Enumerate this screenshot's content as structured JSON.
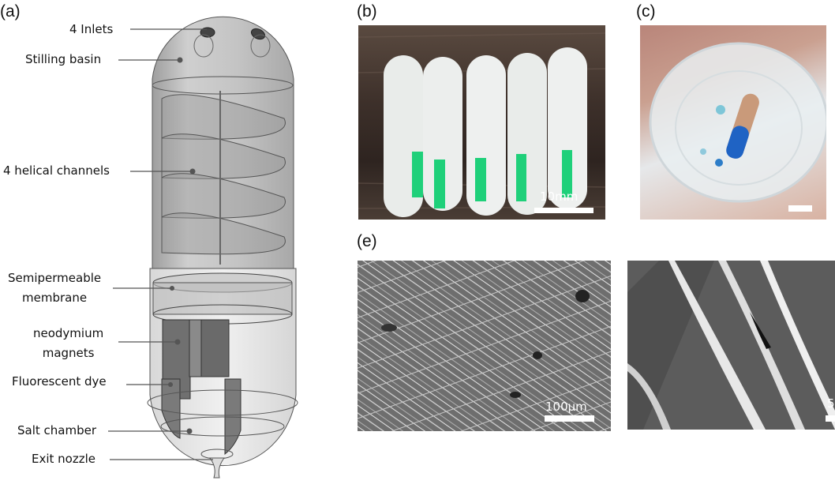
{
  "figure": {
    "panels": {
      "a": {
        "label": "(a)"
      },
      "b": {
        "label": "(b)"
      },
      "c": {
        "label": "(c)"
      },
      "e": {
        "label": "(e)"
      }
    },
    "callouts": [
      {
        "id": "inlets",
        "text": "4 Inlets"
      },
      {
        "id": "stilling-basin",
        "text": "Stilling basin"
      },
      {
        "id": "helical-channels",
        "text": "4 helical channels"
      },
      {
        "id": "membrane",
        "line1": "Semipermeable",
        "line2": "membrane"
      },
      {
        "id": "magnets",
        "line1": "neodymium",
        "line2": "magnets"
      },
      {
        "id": "dye",
        "text": "Fluorescent dye"
      },
      {
        "id": "salt-chamber",
        "text": "Salt chamber"
      },
      {
        "id": "exit-nozzle",
        "text": "Exit nozzle"
      }
    ],
    "scale_bars": {
      "b": "10mm",
      "e_left": "100µm",
      "e_right": "5"
    },
    "colors": {
      "capsule_gray": "#b8b8b8",
      "wood_dark": "#3c2f2a",
      "green_dye": "#1fd07a",
      "blue_dye": "#1f63c4",
      "sem_gray": "#6e6e6e"
    }
  }
}
